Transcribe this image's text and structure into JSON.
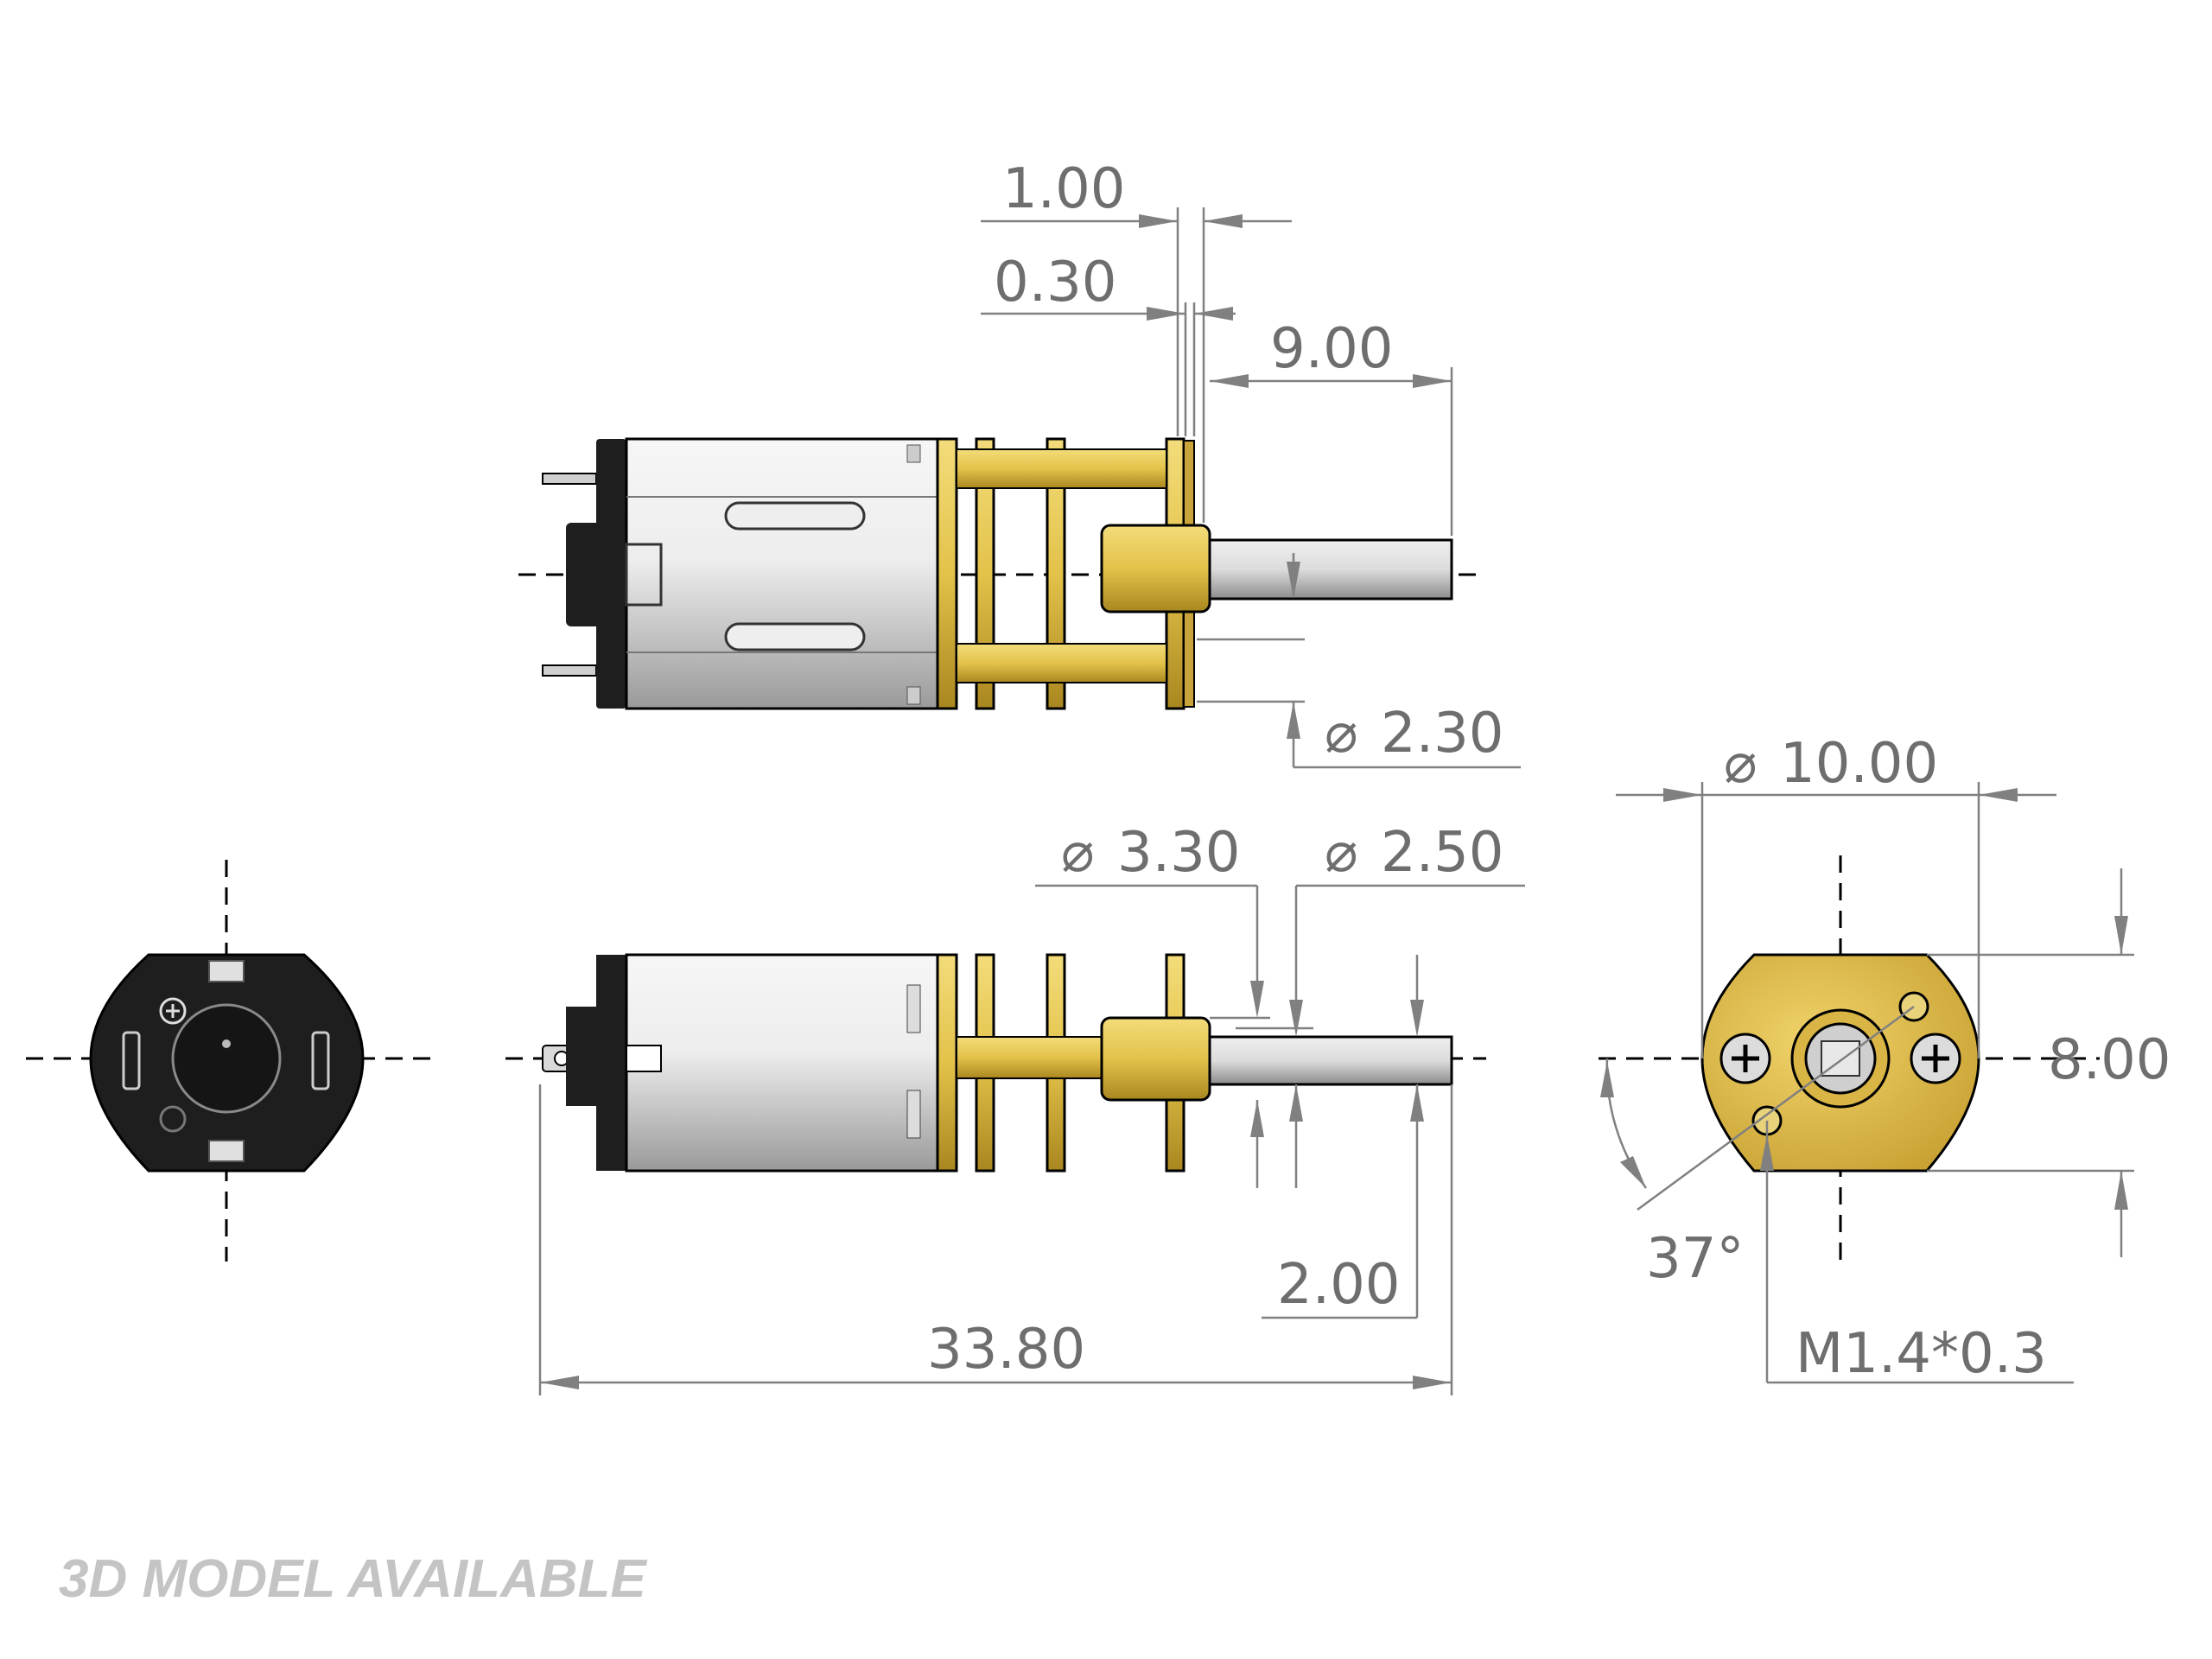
{
  "dimensions": {
    "gear_width": "1.00",
    "flange_width": "0.30",
    "shaft_length": "9.00",
    "shaft_flat_diameter": "2.30",
    "bushing_diameter": "3.30",
    "shaft_diameter": "2.50",
    "flat_depth": "2.00",
    "overall_length": "33.80",
    "gearbox_diameter": "10.00",
    "gearbox_width": "8.00",
    "hole_angle": "37°",
    "thread_spec": "M1.4*0.3"
  },
  "diameter_symbol": "⌀",
  "watermark": "3D MODEL AVAILABLE",
  "colors": {
    "brass": "#e3c24a",
    "brass_dark": "#b08e23",
    "motor_body": "#d9d9d9",
    "end_cap": "#1e1e1e",
    "shaft": "#c9c9c9",
    "dimension": "#6e6e6e"
  }
}
